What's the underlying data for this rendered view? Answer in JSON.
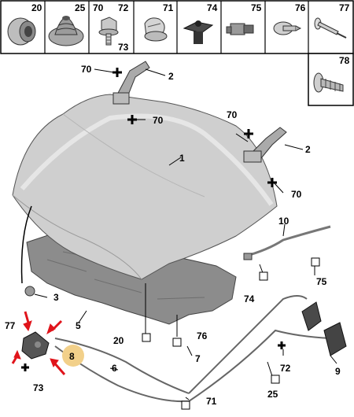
{
  "parts_strip": {
    "cells": [
      {
        "number": "20",
        "icon": "grommet-icon"
      },
      {
        "number": "25",
        "icon": "bellows-grommet-icon"
      },
      {
        "number": "70",
        "number_secondary": "73",
        "number_2": "72",
        "icon": "flange-bolt-icon"
      },
      {
        "number": "71",
        "icon": "clip-icon"
      },
      {
        "number": "74",
        "icon": "cable-clip-icon"
      },
      {
        "number": "75",
        "icon": "retainer-clip-icon"
      },
      {
        "number": "76",
        "icon": "push-pin-icon"
      },
      {
        "number": "77",
        "icon": "rivet-icon"
      }
    ],
    "extra_cell": {
      "number": "78",
      "icon": "fir-tree-clip-icon"
    }
  },
  "callouts": {
    "c1": "1",
    "c2a": "2",
    "c2b": "2",
    "c3": "3",
    "c5": "5",
    "c6": "6",
    "c7": "7",
    "c8": "8",
    "c9": "9",
    "c10": "10",
    "c20": "20",
    "c25": "25",
    "c70a": "70",
    "c70b": "70",
    "c70c": "70",
    "c70d": "70",
    "c71": "71",
    "c72": "72",
    "c73": "73",
    "c74": "74",
    "c75": "75",
    "c76": "76",
    "c77": "77"
  },
  "colors": {
    "highlight": "#f2d08a",
    "arrow": "#e0141b",
    "hood_fill": "#cfcfcf",
    "liner_fill": "#8c8c8c"
  }
}
